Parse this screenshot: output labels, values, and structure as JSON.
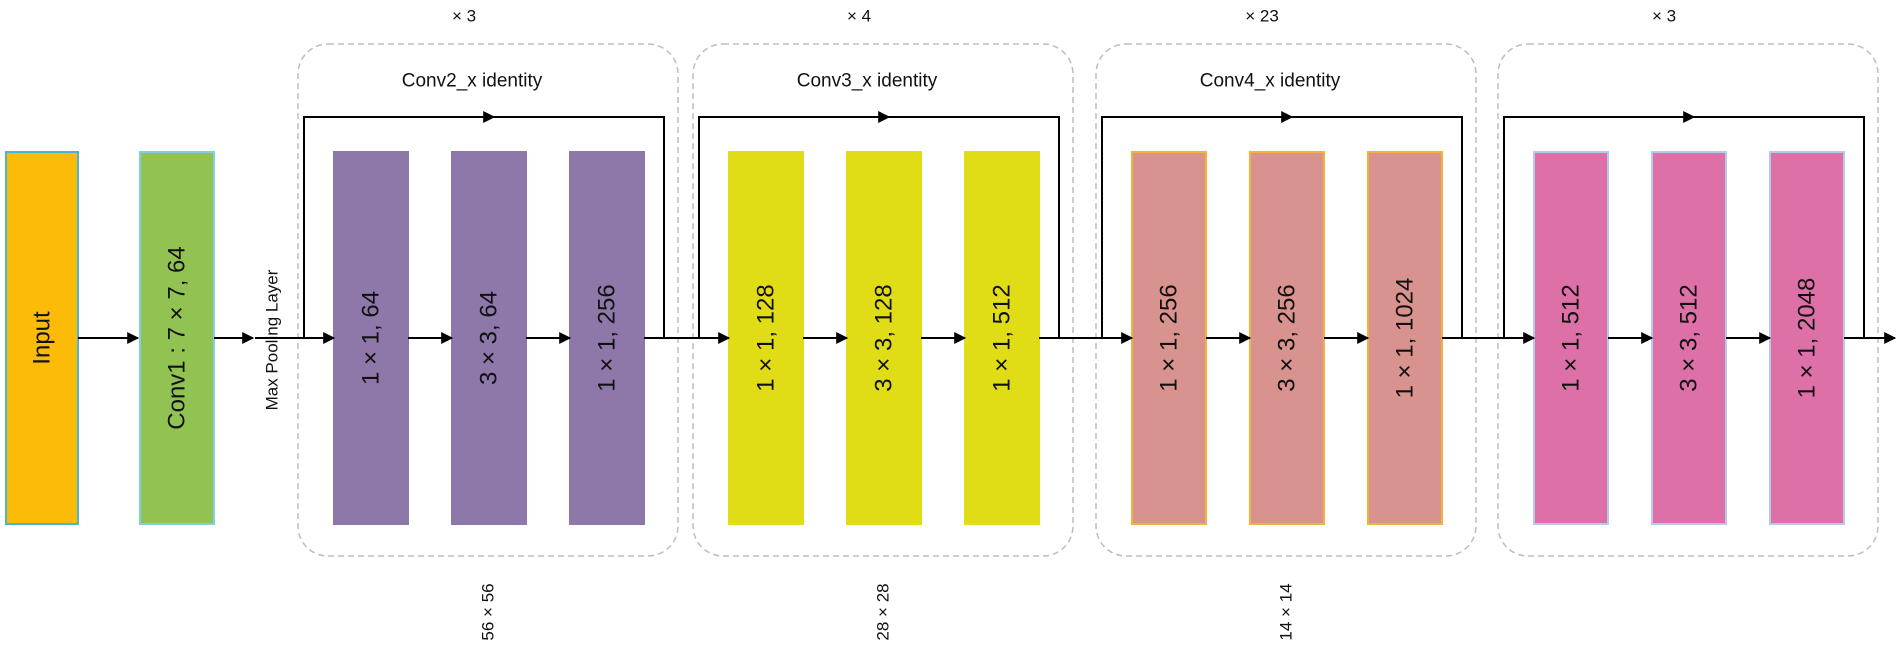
{
  "input": {
    "label": "Input",
    "fill": "#fbbb06",
    "stroke": "#4bb3d4"
  },
  "conv1": {
    "label": "Conv1 : 7 × 7, 64",
    "fill": "#92c352",
    "stroke": "#7fd0e6"
  },
  "max_pool": {
    "label": "Max Pooling Layer"
  },
  "stages": [
    {
      "title": "Conv2_x identity",
      "repeat": "× 3",
      "size": "56 × 56",
      "fill": "#8e78a9",
      "stroke": "#8e78a9",
      "blocks": [
        "1 × 1, 64",
        "3 × 3, 64",
        "1 × 1, 256"
      ]
    },
    {
      "title": "Conv3_x identity",
      "repeat": "× 4",
      "size": "28 × 28",
      "fill": "#e0dd17",
      "stroke": "#e0dd17",
      "blocks": [
        "1 × 1, 128",
        "3 × 3, 128",
        "1 × 1, 512"
      ]
    },
    {
      "title": "Conv4_x identity",
      "repeat": "× 23",
      "size": "14 × 14",
      "fill": "#d8938e",
      "stroke": "#f3b23a",
      "blocks": [
        "1 × 1, 256",
        "3 × 3, 256",
        "1 × 1, 1024"
      ]
    },
    {
      "title": "",
      "repeat": "× 3",
      "size": "",
      "fill": "#dd70a7",
      "stroke": "#b7c8ee",
      "blocks": [
        "1 × 1, 512",
        "3 × 3, 512",
        "1 × 1, 2048"
      ]
    }
  ]
}
